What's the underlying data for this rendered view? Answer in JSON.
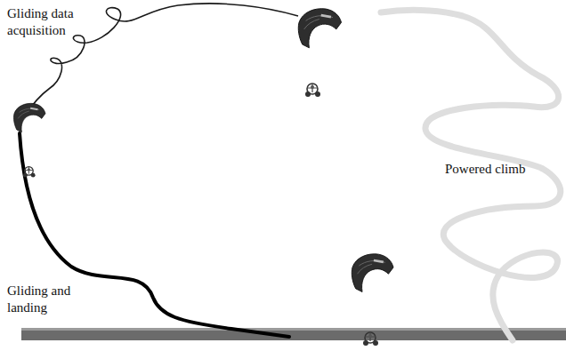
{
  "diagram": {
    "labels": [
      "Gliding data acquisition",
      "Powered climb",
      "Gliding and landing"
    ]
  }
}
